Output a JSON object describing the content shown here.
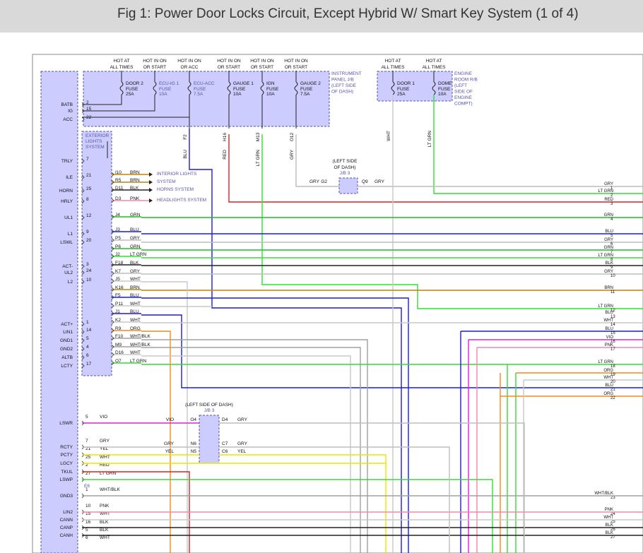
{
  "title": "Fig 1: Power Door Locks Circuit, Except Hybrid W/ Smart Key System (1 of 4)",
  "colors": {
    "BLU": "#1a1ae6",
    "GRY": "#bdbdbd",
    "GRN": "#22bb22",
    "LT GRN": "#33dd33",
    "BLK": "#222222",
    "WHT": "#c8c8c8",
    "RED": "#e02020",
    "BRN": "#b8860b",
    "VIO": "#dd22dd",
    "PNK": "#ee88aa",
    "ORG": "#f08a1e",
    "YEL": "#e8e800",
    "WHT/BLK": "#a0a0a0",
    "module": "#ccccff",
    "moduleEdge": "#5555aa"
  },
  "power_headers": [
    {
      "l1": "HOT AT",
      "l2": "ALL TIMES"
    },
    {
      "l1": "HOT IN ON",
      "l2": "OR START"
    },
    {
      "l1": "HOT IN ON",
      "l2": "OR ACC"
    },
    {
      "l1": "HOT IN ON",
      "l2": "OR START"
    },
    {
      "l1": "HOT IN ON",
      "l2": "OR START"
    },
    {
      "l1": "HOT IN ON",
      "l2": "OR START"
    },
    {
      "l1": "HOT AT",
      "l2": "ALL TIMES"
    },
    {
      "l1": "HOT AT",
      "l2": "ALL TIMES"
    }
  ],
  "fuses": [
    {
      "name": "DOOR 2",
      "l2": "FUSE",
      "rating": "25A"
    },
    {
      "name": "ECU-IG 1",
      "l2": "FUSE",
      "rating": "10A"
    },
    {
      "name": "ECU-ACC",
      "l2": "FUSE",
      "rating": "7.5A"
    },
    {
      "name": "GAUGE 1",
      "l2": "FUSE",
      "rating": "10A"
    },
    {
      "name": "IGN",
      "l2": "FUSE",
      "rating": "10A"
    },
    {
      "name": "GAUGE 2",
      "l2": "FUSE",
      "rating": "7.5A"
    },
    {
      "name": "DOOR 1",
      "l2": "FUSE",
      "rating": "25A"
    },
    {
      "name": "DOME",
      "l2": "FUSE",
      "rating": "10A"
    }
  ],
  "ip_jb_label": [
    "INSTRUMENT",
    "PANEL J/B",
    "(LEFT SIDE",
    "OF DASH)"
  ],
  "er_rb_label": [
    "ENGINE",
    "ROOM R/B",
    "(LEFT",
    "SIDE OF",
    "ENGINE",
    "COMPT)"
  ],
  "ext_lights_label": [
    "EXTERIOR",
    "LIGHTS",
    "SYSTEM"
  ],
  "jb_outputs": [
    {
      "conn": "F2",
      "color": "BLU"
    },
    {
      "conn": "H16",
      "color": "RED"
    },
    {
      "conn": "M13",
      "color": "LT GRN"
    },
    {
      "conn": "O12",
      "color": "GRY"
    },
    {
      "conn": "",
      "color": "WHT"
    },
    {
      "conn": "",
      "color": "LT GRN"
    }
  ],
  "jb3_upper": {
    "l1": "(LEFT SIDE",
    "l2": "OF DASH)",
    "l3": "J/B 3",
    "in": "G2",
    "out": "Q9",
    "inColor": "GRY",
    "outColor": "GRY"
  },
  "jb3_lower": {
    "label": "(LEFT SIDE OF DASH)",
    "name": "J/B 3"
  },
  "ecu_pins": [
    {
      "name": "BATB",
      "pin": "2"
    },
    {
      "name": "IG",
      "pin": "15"
    },
    {
      "name": "ACC",
      "pin": "22"
    },
    {
      "name": "TRLY",
      "pin": "7"
    },
    {
      "name": "ILE",
      "pin": "21"
    },
    {
      "name": "HORN",
      "pin": "25"
    },
    {
      "name": "HRLY",
      "pin": "8"
    },
    {
      "name": "UL1",
      "pin": "12"
    },
    {
      "name": "L1",
      "pin": "9"
    },
    {
      "name": "LSWL",
      "pin": "20"
    },
    {
      "name": "ACT-",
      "pin": "3"
    },
    {
      "name": "UL2",
      "pin": "24"
    },
    {
      "name": "L2",
      "pin": "10"
    },
    {
      "name": "ACT+",
      "pin": "1"
    },
    {
      "name": "LIN1",
      "pin": "14"
    },
    {
      "name": "GND1",
      "pin": "5"
    },
    {
      "name": "GND2",
      "pin": "4"
    },
    {
      "name": "ALTB",
      "pin": "6"
    },
    {
      "name": "LCTY",
      "pin": "17"
    }
  ],
  "ecu_pins_lower": [
    {
      "name": "LSWR",
      "pin": "5"
    },
    {
      "name": "RCTY",
      "pin": "7"
    },
    {
      "name": "PCTY",
      "pin": "21"
    },
    {
      "name": "LGCY",
      "pin": "25"
    },
    {
      "name": "TKUL",
      "pin": "2"
    },
    {
      "name": "LSWP",
      "pin": "27"
    },
    {
      "name": "GND3",
      "pin": "1"
    },
    {
      "name": "LIN2",
      "pin": "10"
    },
    {
      "name": "CANN",
      "pin": "15"
    },
    {
      "name": "CANP",
      "pin": "16"
    },
    {
      "name": "CANH",
      "pin": "5"
    }
  ],
  "e6_label": "E6",
  "left_wires": [
    {
      "conn": "I10",
      "color": "BRN",
      "dest": "INTERIOR LIGHTS"
    },
    {
      "conn": "R5",
      "color": "BRN",
      "dest": "SYSTEM"
    },
    {
      "conn": "D11",
      "color": "BLK",
      "dest": "HORNS SYSTEM"
    },
    {
      "conn": "D3",
      "color": "PNK",
      "dest": "HEADLIGHTS SYSTEM"
    },
    {
      "conn": "J4",
      "color": "GRN"
    },
    {
      "conn": "J3",
      "color": "BLU"
    },
    {
      "conn": "P5",
      "color": "GRY"
    },
    {
      "conn": "P6",
      "color": "GRN"
    },
    {
      "conn": "J2",
      "color": "LT GRN"
    },
    {
      "conn": "F18",
      "color": "BLK"
    },
    {
      "conn": "K7",
      "color": "GRY"
    },
    {
      "conn": "J5",
      "color": "WHT"
    },
    {
      "conn": "K16",
      "color": "BRN"
    },
    {
      "conn": "F5",
      "color": "BLU"
    },
    {
      "conn": "P11",
      "color": "WHT"
    },
    {
      "conn": "J1",
      "color": "BLU"
    },
    {
      "conn": "K2",
      "color": "WHT"
    },
    {
      "conn": "R9",
      "color": "ORG"
    },
    {
      "conn": "F10",
      "color": "WHT/BLK"
    },
    {
      "conn": "M9",
      "color": "WHT/BLK"
    },
    {
      "conn": "D16",
      "color": "WHT"
    },
    {
      "conn": "O7",
      "color": "LT GRN"
    }
  ],
  "lower_wires": [
    {
      "pin": "5",
      "color": "VIO"
    },
    {
      "pin": "7",
      "color": "GRY"
    },
    {
      "pin": "21",
      "color": "YEL"
    },
    {
      "pin": "25",
      "color": "WHT"
    },
    {
      "pin": "2",
      "color": "RED"
    },
    {
      "pin": "27",
      "color": "LT GRN"
    },
    {
      "pin": "1",
      "color": "WHT/BLK"
    },
    {
      "pin": "10",
      "color": "PNK"
    },
    {
      "pin": "15",
      "color": "WHT"
    },
    {
      "pin": "16",
      "color": "BLK"
    },
    {
      "pin": "5",
      "color": "BLK"
    },
    {
      "pin": "6",
      "color": "WHT"
    }
  ],
  "jb3_lower_conns": [
    {
      "in": "O4",
      "inColor": "VIO",
      "out": "D4",
      "outColor": "GRY"
    },
    {
      "in": "N6",
      "inColor": "GRY",
      "out": "C7",
      "outColor": "GRY"
    },
    {
      "in": "N5",
      "inColor": "YEL",
      "out": "C6",
      "outColor": "YEL"
    }
  ],
  "outputs": [
    {
      "num": "1",
      "color": "GRY"
    },
    {
      "num": "2",
      "color": "LT GRN"
    },
    {
      "num": "3",
      "color": "RED"
    },
    {
      "num": "4",
      "color": "GRN"
    },
    {
      "num": "5",
      "color": "BLU"
    },
    {
      "num": "6",
      "color": "GRY"
    },
    {
      "num": "7",
      "color": "GRN"
    },
    {
      "num": "8",
      "color": "LT GRN"
    },
    {
      "num": "9",
      "color": "BLK"
    },
    {
      "num": "10",
      "color": "GRY"
    },
    {
      "num": "11",
      "color": "BRN"
    },
    {
      "num": "12",
      "color": "LT GRN"
    },
    {
      "num": "13",
      "color": "BLU"
    },
    {
      "num": "14",
      "color": "WHT"
    },
    {
      "num": "15",
      "color": "BLU"
    },
    {
      "num": "16",
      "color": "VIO"
    },
    {
      "num": "17",
      "color": "PNK"
    },
    {
      "num": "18",
      "color": "LT GRN"
    },
    {
      "num": "19",
      "color": "ORG"
    },
    {
      "num": "20",
      "color": "WHT"
    },
    {
      "num": "21",
      "color": "BLU"
    },
    {
      "num": "22",
      "color": "ORG"
    },
    {
      "num": "23",
      "color": "WHT/BLK"
    },
    {
      "num": "24",
      "color": "PNK"
    },
    {
      "num": "25",
      "color": "WHT"
    },
    {
      "num": "26",
      "color": "BLK"
    },
    {
      "num": "27",
      "color": "BLK"
    }
  ]
}
